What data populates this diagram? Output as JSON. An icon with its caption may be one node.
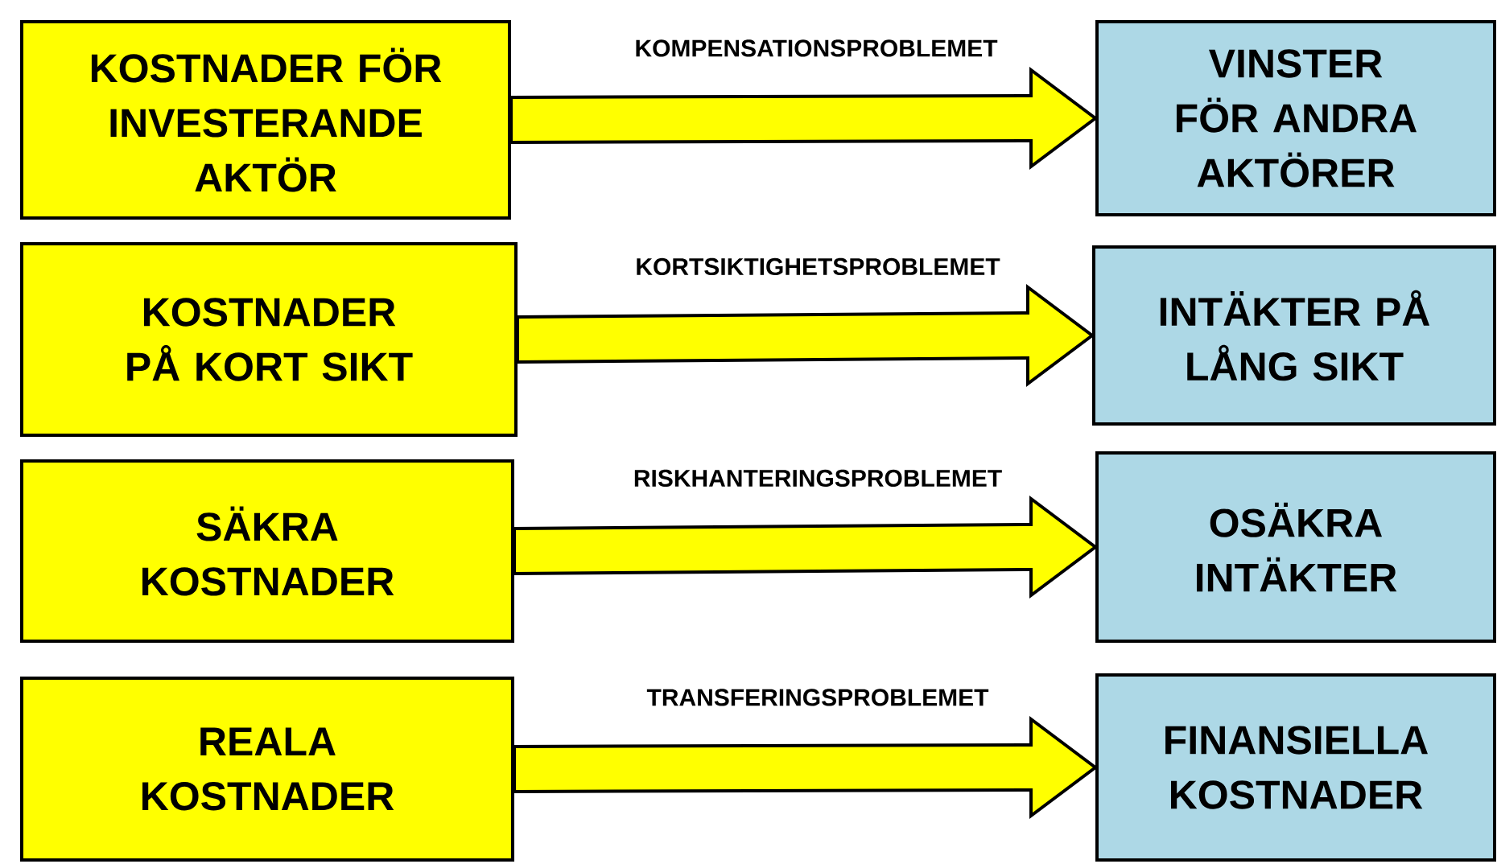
{
  "diagram": {
    "nodes": [
      {
        "text": [
          "KOSTNADER FÖR INVESTERANDE AKTÖR"
        ]
      },
      {
        "text": [
          "VINSTER FÖR ANDRA AKTÖRER"
        ]
      },
      {
        "text": [
          "KOSTNADER PÅ KORT SIKT"
        ]
      },
      {
        "text": [
          "INTÄKTER PÅ LÅNG SIKT"
        ]
      },
      {
        "text": [
          "SÄKRA KOSTNADER"
        ]
      },
      {
        "text": [
          "OSÄKRA INTÄKTER"
        ]
      },
      {
        "text": [
          "REALA KOSTNADER"
        ]
      },
      {
        "text": [
          "FINANSIELLA KOSTNADER"
        ]
      }
    ],
    "edges": [
      {
        "from": 0,
        "to": 1,
        "arrow": "to",
        "label": "KOMPENSATIONSPROBLEMET"
      },
      {
        "from": 2,
        "to": 3,
        "arrow": "to",
        "label": "KORTSIKTIGHETSPROBLEMET"
      },
      {
        "from": 4,
        "to": 5,
        "arrow": "to",
        "label": "RISKHANTERINGSPROBLEMET"
      },
      {
        "from": 6,
        "to": 7,
        "arrow": "to",
        "label": "TRANSFERINGSPROBLEMET"
      }
    ]
  }
}
